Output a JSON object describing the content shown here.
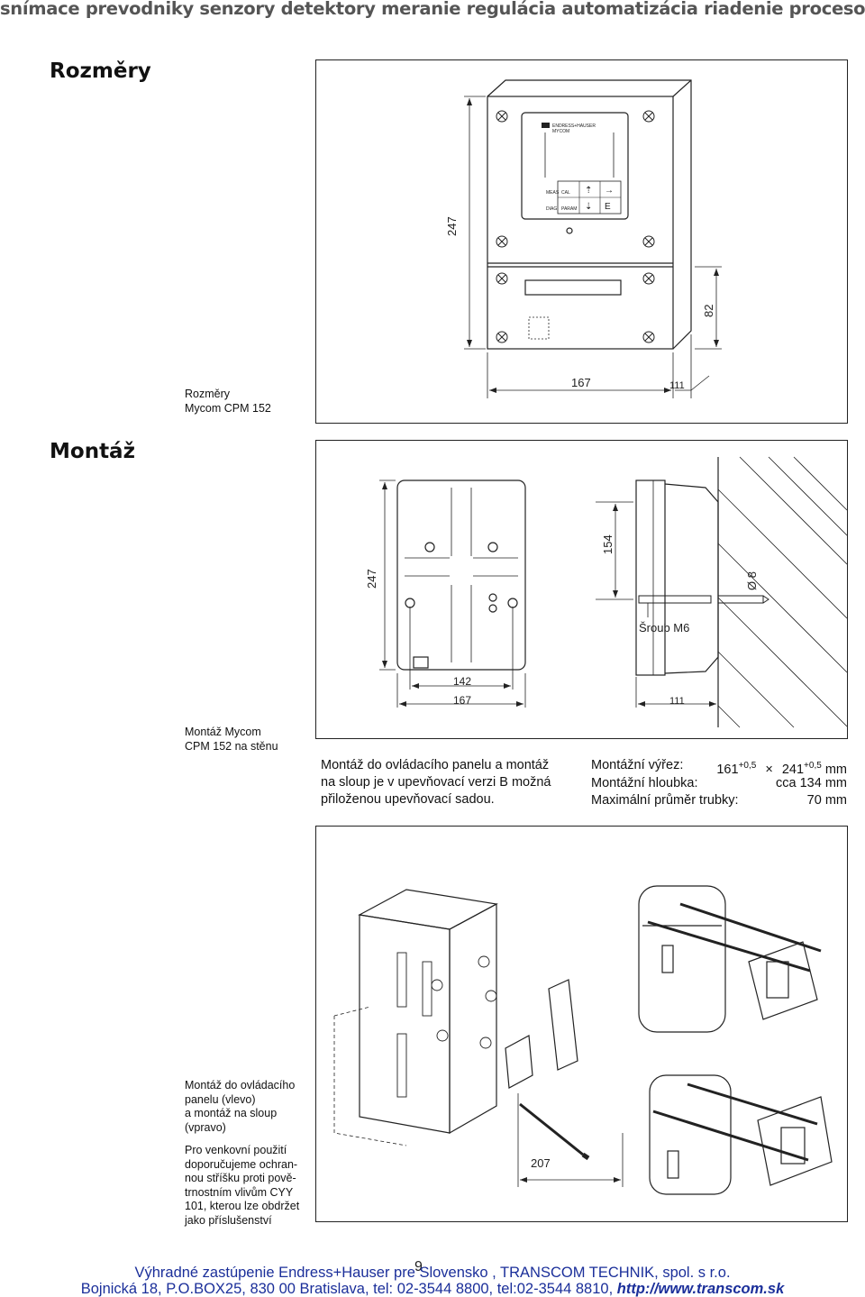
{
  "banner": "snímace prevodniky senzory detektory meranie regulácia automatizácia riadenie procesov",
  "sections": {
    "dimensions": {
      "title": "Rozměry",
      "caption": [
        "Rozměry",
        "Mycom CPM 152"
      ],
      "dims": {
        "height_total": "247",
        "height_lower": "82",
        "width": "167",
        "depth": "111"
      },
      "device_labels": {
        "brand": "ENDRESS+HAUSER",
        "model": "MYCOM",
        "meas": "MEAS",
        "cal": "CAL",
        "diag": "DIAG",
        "param": "PARAM",
        "enter": "E"
      }
    },
    "mounting": {
      "title": "Montáž",
      "caption": [
        "Montáž Mycom",
        "CPM 152 na stěnu"
      ],
      "dims": {
        "height_total": "247",
        "hole_spacing_v": "154",
        "hole_spacing_h": "142",
        "width": "167",
        "depth": "111",
        "diameter": "Ø 8"
      },
      "screw_label": "Šroub M6",
      "text": [
        "Montáž do ovládacího panelu a montáž",
        "na sloup je v upevňovací verzi B možná",
        "přiloženou upevňovací sadou."
      ],
      "specs": {
        "cutout_label": "Montážní výřez:",
        "cutout_w": "161",
        "cutout_tol": "+0,5",
        "cutout_times": "×",
        "cutout_h": "241",
        "cutout_h_tol": "+0,5",
        "cutout_unit": "mm",
        "depth_label": "Montážní hloubka:",
        "depth_value": "cca 134 mm",
        "pipe_label": "Maximální průměr trubky:",
        "pipe_value": "70 mm"
      }
    },
    "panel_pole": {
      "caption": [
        "Montáž do ovládacího",
        "panelu (vlevo)",
        "a montáž na sloup",
        "(vpravo)"
      ],
      "note": [
        "Pro venkovní použití",
        "doporučujeme ochran-",
        "nou stříšku proti pově-",
        "trnostním vlivům CYY",
        "101, kterou lze obdržet",
        "jako příslušenství"
      ],
      "dim": "207"
    }
  },
  "page_number": "9",
  "footer": {
    "line1": "Výhradné zastúpenie Endress+Hauser pre Slovensko , TRANSCOM TECHNIK, spol. s r.o.",
    "line2_prefix": "Bojnická 18, P.O.BOX25, 830 00 Bratislava, tel: 02-3544 8800, tel:02-3544 8810, ",
    "url": "http://www.transcom.sk"
  },
  "colors": {
    "banner": "#555555",
    "footer": "#1b2f9a",
    "line": "#222222"
  }
}
